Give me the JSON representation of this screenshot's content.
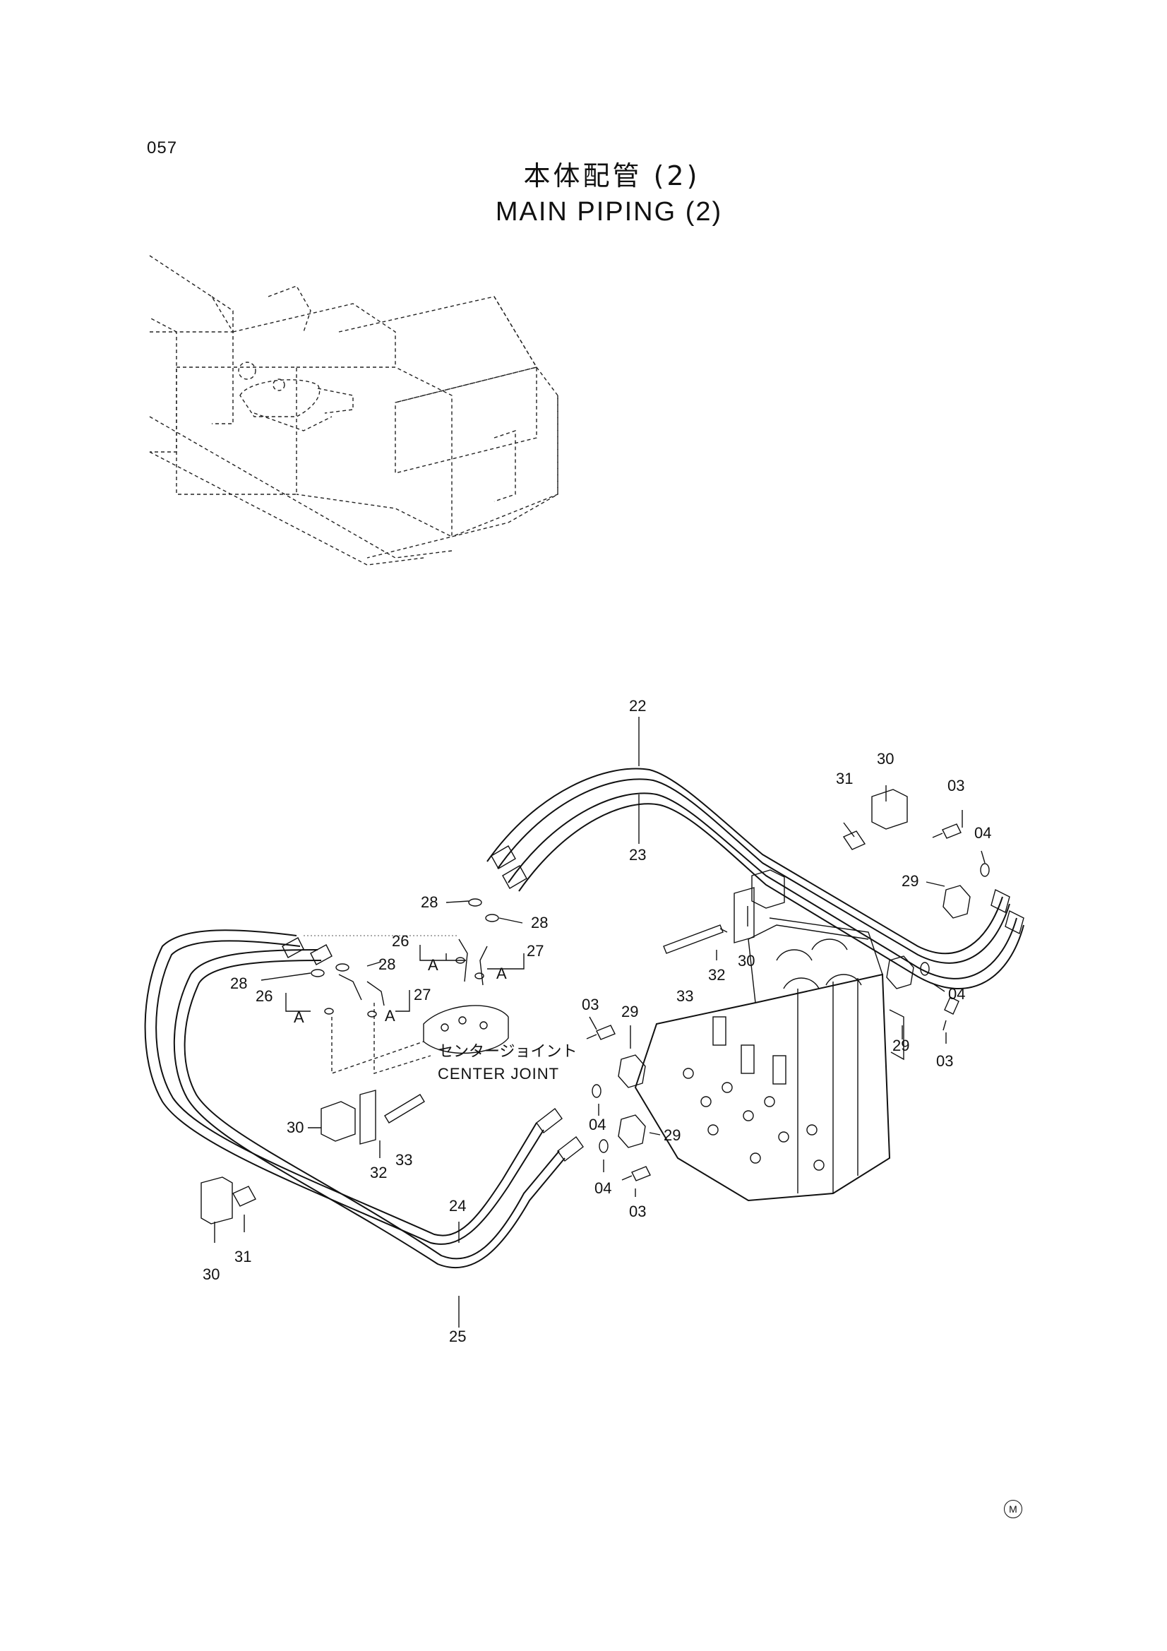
{
  "page_number": "057",
  "title": {
    "japanese": "本体配管 (2)",
    "english": "MAIN PIPING (2)"
  },
  "center_joint": {
    "japanese": "センタージョイント",
    "english": "CENTER JOINT"
  },
  "view_marker": "A",
  "corner_mark": "M",
  "part_labels": {
    "p22": "22",
    "p23": "23",
    "p24": "24",
    "p25": "25",
    "p03": "03",
    "p04": "04",
    "p26": "26",
    "p27": "27",
    "p28": "28",
    "p29": "29",
    "p30": "30",
    "p31": "31",
    "p32": "32",
    "p33": "33"
  }
}
